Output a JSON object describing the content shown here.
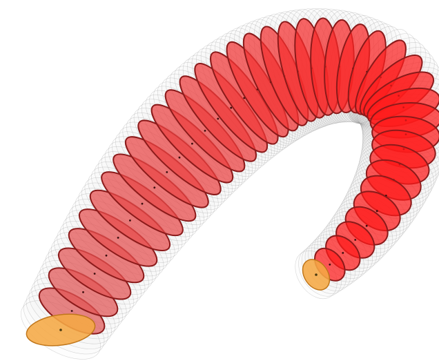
{
  "figure": {
    "kind": "swept-ellipse tube",
    "ellipse_count": 40,
    "tube_layer_count": 10,
    "colors": {
      "background": "#ffffff",
      "tube_fill": "#c8c8c8",
      "tube_stroke": "#8c8c8c",
      "ellipse_fill_start": "#e05a5a",
      "ellipse_fill_end": "#ff1a1a",
      "ellipse_stroke": "#8b1a1a",
      "center_point": "#3a0d0d",
      "endpoint_fill": "#f5a844",
      "endpoint_stroke": "#c0761a",
      "endpoint_center": "#4a3a10"
    }
  }
}
